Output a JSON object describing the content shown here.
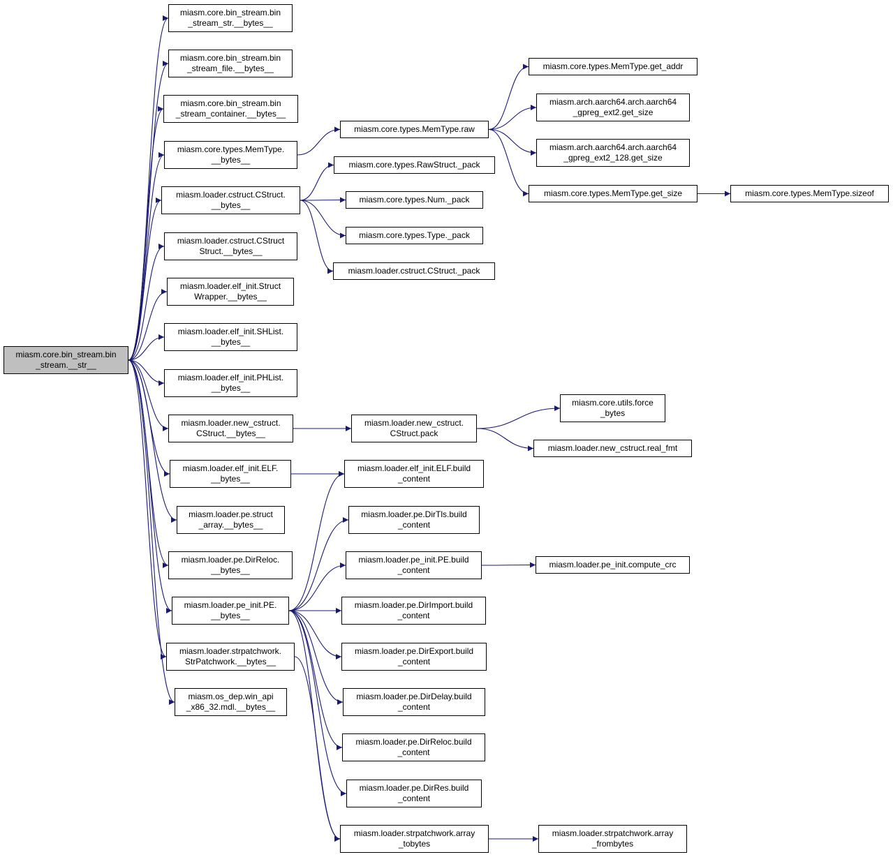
{
  "style": {
    "edge_color": "#191970",
    "root_fill": "#bfbfbf",
    "node_border": "#000000"
  },
  "nodes": [
    {
      "id": "root",
      "lines": [
        "miasm.core.bin_stream.bin",
        "_stream.__str__"
      ]
    },
    {
      "id": "bs_str",
      "lines": [
        "miasm.core.bin_stream.bin",
        "_stream_str.__bytes__"
      ]
    },
    {
      "id": "bs_file",
      "lines": [
        "miasm.core.bin_stream.bin",
        "_stream_file.__bytes__"
      ]
    },
    {
      "id": "bs_container",
      "lines": [
        "miasm.core.bin_stream.bin",
        "_stream_container.__bytes__"
      ]
    },
    {
      "id": "memtype_bytes",
      "lines": [
        "miasm.core.types.MemType.",
        "__bytes__"
      ]
    },
    {
      "id": "cstruct_bytes",
      "lines": [
        "miasm.loader.cstruct.CStruct.",
        "__bytes__"
      ]
    },
    {
      "id": "cstructstruct_bytes",
      "lines": [
        "miasm.loader.cstruct.CStruct",
        "Struct.__bytes__"
      ]
    },
    {
      "id": "structwrapper_bytes",
      "lines": [
        "miasm.loader.elf_init.Struct",
        "Wrapper.__bytes__"
      ]
    },
    {
      "id": "shlist_bytes",
      "lines": [
        "miasm.loader.elf_init.SHList.",
        "__bytes__"
      ]
    },
    {
      "id": "phlist_bytes",
      "lines": [
        "miasm.loader.elf_init.PHList.",
        "__bytes__"
      ]
    },
    {
      "id": "newcstruct_bytes",
      "lines": [
        "miasm.loader.new_cstruct.",
        "CStruct.__bytes__"
      ]
    },
    {
      "id": "elf_bytes",
      "lines": [
        "miasm.loader.elf_init.ELF.",
        "__bytes__"
      ]
    },
    {
      "id": "structarray_bytes",
      "lines": [
        "miasm.loader.pe.struct",
        "_array.__bytes__"
      ]
    },
    {
      "id": "dirreloc_bytes",
      "lines": [
        "miasm.loader.pe.DirReloc.",
        "__bytes__"
      ]
    },
    {
      "id": "pe_bytes",
      "lines": [
        "miasm.loader.pe_init.PE.",
        "__bytes__"
      ]
    },
    {
      "id": "strpatch_bytes",
      "lines": [
        "miasm.loader.strpatchwork.",
        "StrPatchwork.__bytes__"
      ]
    },
    {
      "id": "mdl_bytes",
      "lines": [
        "miasm.os_dep.win_api",
        "_x86_32.mdl.__bytes__"
      ]
    },
    {
      "id": "memtype_raw",
      "lines": [
        "miasm.core.types.MemType.raw"
      ]
    },
    {
      "id": "rawstruct_pack",
      "lines": [
        "miasm.core.types.RawStruct._pack"
      ]
    },
    {
      "id": "num_pack",
      "lines": [
        "miasm.core.types.Num._pack"
      ]
    },
    {
      "id": "type_pack",
      "lines": [
        "miasm.core.types.Type._pack"
      ]
    },
    {
      "id": "cstruct_pack",
      "lines": [
        "miasm.loader.cstruct.CStruct._pack"
      ]
    },
    {
      "id": "get_addr",
      "lines": [
        "miasm.core.types.MemType.get_addr"
      ]
    },
    {
      "id": "ext2_getsize",
      "lines": [
        "miasm.arch.aarch64.arch.aarch64",
        "_gpreg_ext2.get_size"
      ]
    },
    {
      "id": "ext2_128_getsize",
      "lines": [
        "miasm.arch.aarch64.arch.aarch64",
        "_gpreg_ext2_128.get_size"
      ]
    },
    {
      "id": "memtype_getsize",
      "lines": [
        "miasm.core.types.MemType.get_size"
      ]
    },
    {
      "id": "sizeof",
      "lines": [
        "miasm.core.types.MemType.sizeof"
      ]
    },
    {
      "id": "newcstruct_pack",
      "lines": [
        "miasm.loader.new_cstruct.",
        "CStruct.pack"
      ]
    },
    {
      "id": "force_bytes",
      "lines": [
        "miasm.core.utils.force",
        "_bytes"
      ]
    },
    {
      "id": "real_fmt",
      "lines": [
        "miasm.loader.new_cstruct.real_fmt"
      ]
    },
    {
      "id": "elf_build",
      "lines": [
        "miasm.loader.elf_init.ELF.build",
        "_content"
      ]
    },
    {
      "id": "dirtls_build",
      "lines": [
        "miasm.loader.pe.DirTls.build",
        "_content"
      ]
    },
    {
      "id": "pe_build",
      "lines": [
        "miasm.loader.pe_init.PE.build",
        "_content"
      ]
    },
    {
      "id": "compute_crc",
      "lines": [
        "miasm.loader.pe_init.compute_crc"
      ]
    },
    {
      "id": "dirimport_build",
      "lines": [
        "miasm.loader.pe.DirImport.build",
        "_content"
      ]
    },
    {
      "id": "direxport_build",
      "lines": [
        "miasm.loader.pe.DirExport.build",
        "_content"
      ]
    },
    {
      "id": "dirdelay_build",
      "lines": [
        "miasm.loader.pe.DirDelay.build",
        "_content"
      ]
    },
    {
      "id": "dirreloc_build",
      "lines": [
        "miasm.loader.pe.DirReloc.build",
        "_content"
      ]
    },
    {
      "id": "dirres_build",
      "lines": [
        "miasm.loader.pe.DirRes.build",
        "_content"
      ]
    },
    {
      "id": "array_tobytes",
      "lines": [
        "miasm.loader.strpatchwork.array",
        "_tobytes"
      ]
    },
    {
      "id": "array_frombytes",
      "lines": [
        "miasm.loader.strpatchwork.array",
        "_frombytes"
      ]
    }
  ],
  "edges": [
    [
      "root",
      "bs_str"
    ],
    [
      "root",
      "bs_file"
    ],
    [
      "root",
      "bs_container"
    ],
    [
      "root",
      "memtype_bytes"
    ],
    [
      "root",
      "cstruct_bytes"
    ],
    [
      "root",
      "cstructstruct_bytes"
    ],
    [
      "root",
      "structwrapper_bytes"
    ],
    [
      "root",
      "shlist_bytes"
    ],
    [
      "root",
      "phlist_bytes"
    ],
    [
      "root",
      "newcstruct_bytes"
    ],
    [
      "root",
      "elf_bytes"
    ],
    [
      "root",
      "structarray_bytes"
    ],
    [
      "root",
      "dirreloc_bytes"
    ],
    [
      "root",
      "pe_bytes"
    ],
    [
      "root",
      "strpatch_bytes"
    ],
    [
      "root",
      "mdl_bytes"
    ],
    [
      "memtype_bytes",
      "memtype_raw"
    ],
    [
      "memtype_raw",
      "get_addr"
    ],
    [
      "memtype_raw",
      "ext2_getsize"
    ],
    [
      "memtype_raw",
      "ext2_128_getsize"
    ],
    [
      "memtype_raw",
      "memtype_getsize"
    ],
    [
      "memtype_getsize",
      "sizeof"
    ],
    [
      "cstruct_bytes",
      "rawstruct_pack"
    ],
    [
      "cstruct_bytes",
      "num_pack"
    ],
    [
      "cstruct_bytes",
      "type_pack"
    ],
    [
      "cstruct_bytes",
      "cstruct_pack"
    ],
    [
      "newcstruct_bytes",
      "newcstruct_pack"
    ],
    [
      "newcstruct_pack",
      "force_bytes"
    ],
    [
      "newcstruct_pack",
      "real_fmt"
    ],
    [
      "elf_bytes",
      "elf_build"
    ],
    [
      "pe_bytes",
      "elf_build"
    ],
    [
      "pe_bytes",
      "dirtls_build"
    ],
    [
      "pe_bytes",
      "pe_build"
    ],
    [
      "pe_bytes",
      "dirimport_build"
    ],
    [
      "pe_bytes",
      "direxport_build"
    ],
    [
      "pe_bytes",
      "dirdelay_build"
    ],
    [
      "pe_bytes",
      "dirreloc_build"
    ],
    [
      "pe_bytes",
      "dirres_build"
    ],
    [
      "pe_bytes",
      "array_tobytes"
    ],
    [
      "pe_build",
      "compute_crc"
    ],
    [
      "strpatch_bytes",
      "array_tobytes"
    ],
    [
      "array_tobytes",
      "array_frombytes"
    ]
  ]
}
